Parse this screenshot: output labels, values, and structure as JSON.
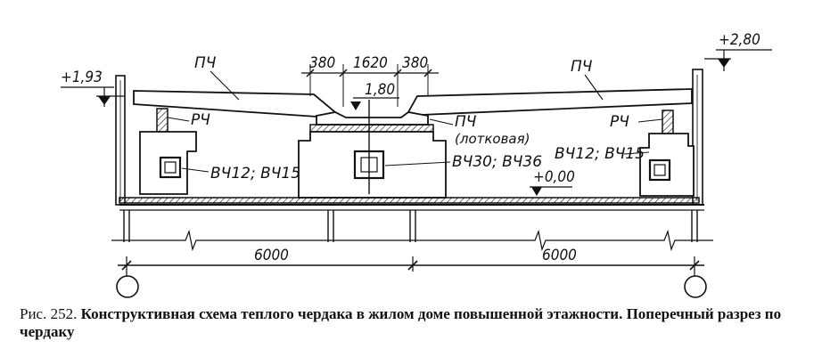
{
  "figure": {
    "caption_prefix": "Рис. 252.",
    "caption_text": "Конструктивная схема теплого чердака в жилом доме повышенной этажности. Поперечный разрез по чердаку"
  },
  "labels": {
    "level_left": "+1,93",
    "level_right": "+2,80",
    "level_center": "1,80",
    "level_zero": "+0,00",
    "slab_left": "ПЧ",
    "slab_right": "ПЧ",
    "slab_tray": "ПЧ",
    "slab_tray_note": "(лотковая)",
    "girder_left": "РЧ",
    "girder_right": "РЧ",
    "block_left": "ВЧ12; ВЧ15",
    "block_center": "ВЧ30; ВЧ36",
    "block_right": "ВЧ12; ВЧ15"
  },
  "dimensions": {
    "top_left": "380",
    "top_center": "1620",
    "top_right": "380",
    "span_left": "6000",
    "span_right": "6000"
  }
}
